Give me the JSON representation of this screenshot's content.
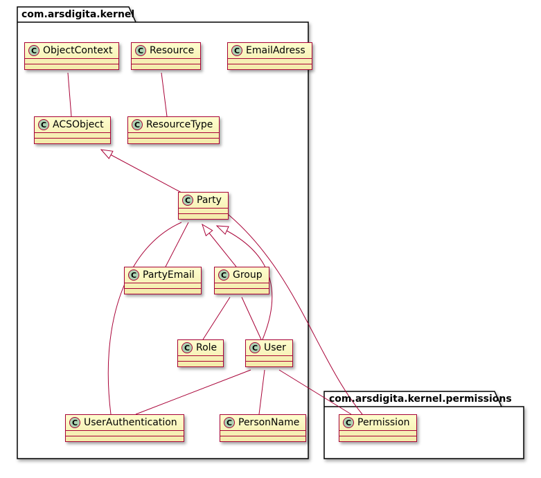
{
  "diagram": {
    "type": "uml-class-diagram",
    "icon_letter": "C",
    "colors": {
      "class_fill": "#FEFECE",
      "class_border": "#A80036",
      "icon_fill": "#ADD1B2",
      "edge": "#A80036",
      "package_border": "#000000"
    },
    "packages": [
      {
        "name": "com.arsdigita.kernel"
      },
      {
        "name": "com.arsdigita.kernel.permissions"
      }
    ],
    "classes": [
      {
        "name": "ObjectContext",
        "package": "com.arsdigita.kernel"
      },
      {
        "name": "Resource",
        "package": "com.arsdigita.kernel"
      },
      {
        "name": "EmailAdress",
        "package": "com.arsdigita.kernel"
      },
      {
        "name": "ACSObject",
        "package": "com.arsdigita.kernel"
      },
      {
        "name": "ResourceType",
        "package": "com.arsdigita.kernel"
      },
      {
        "name": "Party",
        "package": "com.arsdigita.kernel"
      },
      {
        "name": "PartyEmail",
        "package": "com.arsdigita.kernel"
      },
      {
        "name": "Group",
        "package": "com.arsdigita.kernel"
      },
      {
        "name": "Role",
        "package": "com.arsdigita.kernel"
      },
      {
        "name": "User",
        "package": "com.arsdigita.kernel"
      },
      {
        "name": "UserAuthentication",
        "package": "com.arsdigita.kernel"
      },
      {
        "name": "PersonName",
        "package": "com.arsdigita.kernel"
      },
      {
        "name": "Permission",
        "package": "com.arsdigita.kernel.permissions"
      }
    ],
    "relations": [
      {
        "from": "ObjectContext",
        "to": "ACSObject",
        "type": "association"
      },
      {
        "from": "Resource",
        "to": "ResourceType",
        "type": "association"
      },
      {
        "from": "Party",
        "to": "ACSObject",
        "type": "generalization"
      },
      {
        "from": "Group",
        "to": "Party",
        "type": "generalization"
      },
      {
        "from": "User",
        "to": "Party",
        "type": "generalization"
      },
      {
        "from": "Party",
        "to": "PartyEmail",
        "type": "association"
      },
      {
        "from": "Group",
        "to": "Role",
        "type": "association"
      },
      {
        "from": "Group",
        "to": "User",
        "type": "association"
      },
      {
        "from": "Party",
        "to": "UserAuthentication",
        "type": "association"
      },
      {
        "from": "User",
        "to": "UserAuthentication",
        "type": "association"
      },
      {
        "from": "User",
        "to": "PersonName",
        "type": "association"
      },
      {
        "from": "User",
        "to": "Permission",
        "type": "association"
      },
      {
        "from": "Permission",
        "to": "Party",
        "type": "association"
      }
    ]
  }
}
